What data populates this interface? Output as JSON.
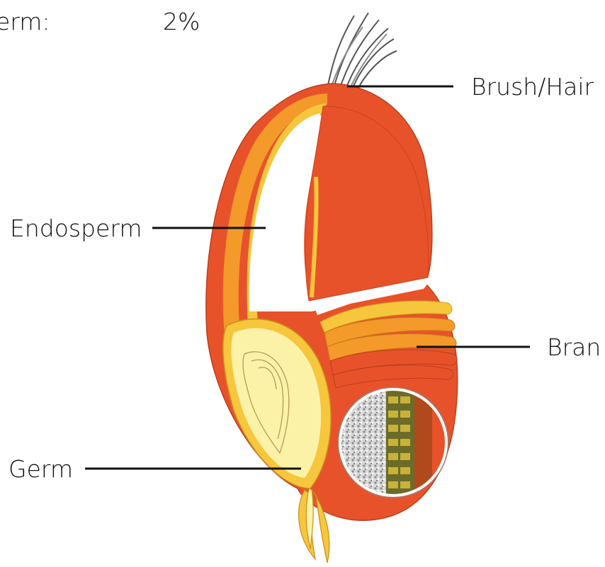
{
  "header": {
    "germ_label": "erm:",
    "germ_value": "2%"
  },
  "labels": {
    "brush_hair": "Brush/Hair",
    "endosperm": "Endosperm",
    "bran": "Bran",
    "germ": "Germ"
  },
  "colors": {
    "bran_outer": "#e8522a",
    "bran_inner": "#f39a2a",
    "yellow_layer": "#f6c63c",
    "germ_fill": "#fbf2a8",
    "endosperm_fill": "#ffffff",
    "line": "#111111"
  }
}
